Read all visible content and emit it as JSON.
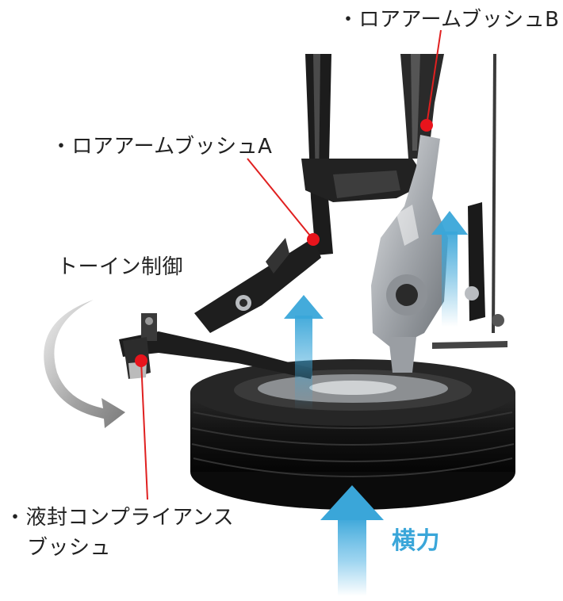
{
  "labels": {
    "bush_b": "・ロアアームブッシュB",
    "bush_a": "・ロアアームブッシュA",
    "toe_in": "トーイン制御",
    "fluid_line1": "・液封コンプライアンス",
    "fluid_line2": "ブッシュ",
    "lateral_force": "横力"
  },
  "colors": {
    "callout_line": "#e02020",
    "callout_dot": "#e8141c",
    "force_arrow": "#3aa6d9",
    "rotation_arrow": "#8a8a8a",
    "metal_dark": "#1c1c1c",
    "metal_silver": "#b9bcc0",
    "tire": "#141414",
    "label_blue": "#3aa6d9"
  }
}
